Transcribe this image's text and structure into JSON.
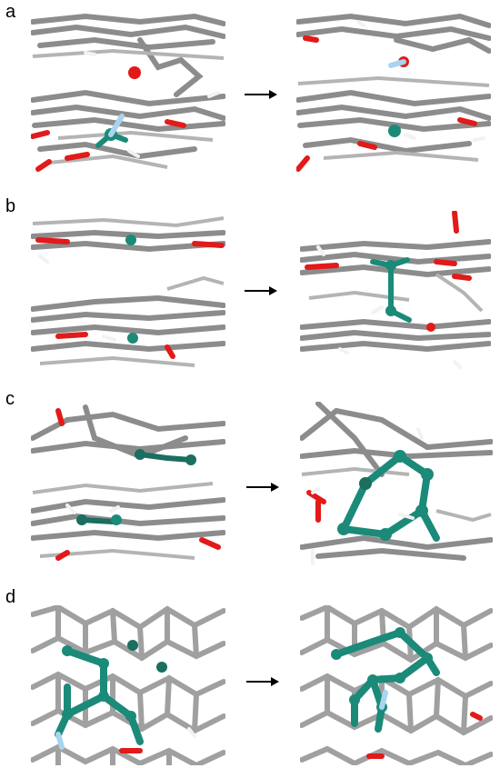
{
  "panels": [
    {
      "label": "a"
    },
    {
      "label": "b"
    },
    {
      "label": "c"
    },
    {
      "label": "d"
    }
  ],
  "colors": {
    "carbon_bond": "#8c8c8c",
    "carbon_bond_light": "#b4b4b4",
    "oxygen": "#e21a1a",
    "hydrogen": "#f2f2f2",
    "highlight_atom": "#1b8a78",
    "highlight_hydrogen": "#a9d4f0",
    "arrow": "#000000"
  },
  "icons": {
    "transition": "right-arrow-icon"
  }
}
